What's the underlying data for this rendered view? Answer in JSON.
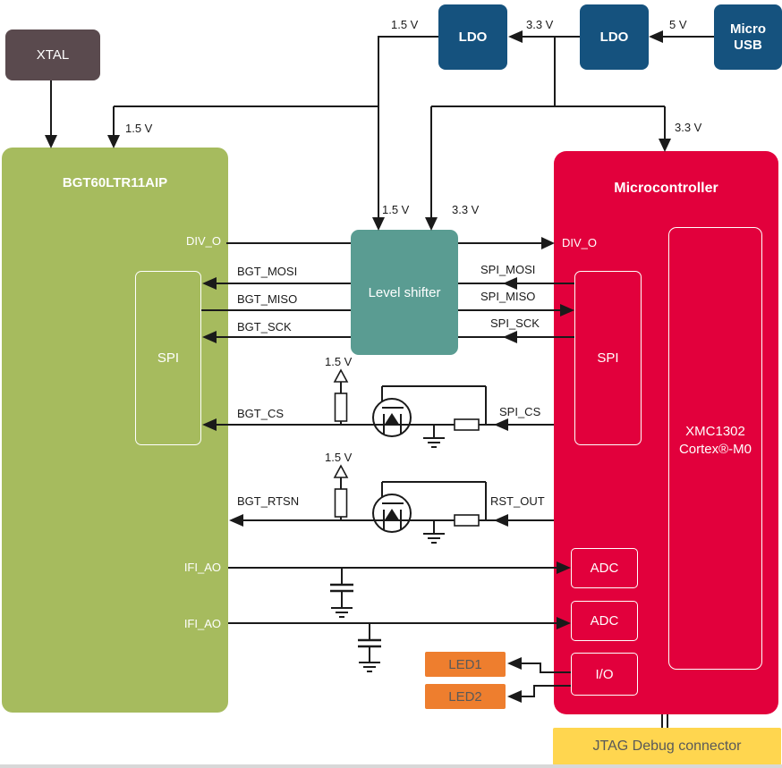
{
  "diagram": {
    "blocks": {
      "xtal": "XTAL",
      "ldo1": "LDO",
      "ldo2": "LDO",
      "micro_usb_line1": "Micro",
      "micro_usb_line2": "USB",
      "bgt_title": "BGT60LTR11AIP",
      "bgt_spi": "SPI",
      "level_shifter": "Level shifter",
      "mcu_title": "Microcontroller",
      "mcu_spi": "SPI",
      "xmc_line1": "XMC1302",
      "xmc_line2": "Cortex®-M0",
      "adc1": "ADC",
      "adc2": "ADC",
      "io": "I/O",
      "led1": "LED1",
      "led2": "LED2",
      "jtag": "JTAG Debug connector"
    },
    "power_labels": {
      "v5_top": "5 V",
      "v33_top": "3.3 V",
      "v15_top": "1.5 V",
      "v15_bgt": "1.5 V",
      "v15_ls": "1.5 V",
      "v33_ls": "3.3 V",
      "v33_mcu": "3.3 V",
      "v15_cs": "1.5 V",
      "v15_rtsn": "1.5 V"
    },
    "signals": {
      "div_o_bgt": "DIV_O",
      "div_o_mcu": "DIV_O",
      "bgt_mosi": "BGT_MOSI",
      "bgt_miso": "BGT_MISO",
      "bgt_sck": "BGT_SCK",
      "spi_mosi": "SPI_MOSI",
      "spi_miso": "SPI_MISO",
      "spi_sck": "SPI_SCK",
      "bgt_cs": "BGT_CS",
      "spi_cs": "SPI_CS",
      "bgt_rtsn": "BGT_RTSN",
      "rst_out": "RST_OUT",
      "ifi_ao_1": "IFI_AO",
      "ifi_ao_2": "IFI_AO"
    },
    "colors": {
      "blue": "#15527e",
      "taupe": "#5a4a4e",
      "green": "#a6bb5e",
      "red": "#e2003c",
      "teal": "#5a9c92",
      "orange": "#ee7e2e",
      "yellow": "#ffd64f",
      "gray_text": "#595959",
      "line": "#1a1a1a"
    }
  }
}
